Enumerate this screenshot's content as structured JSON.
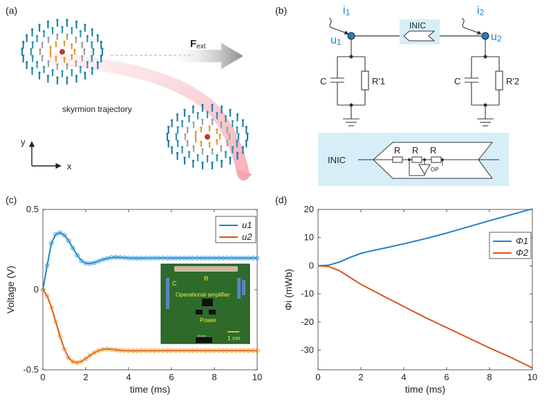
{
  "panel_labels": {
    "a": "(a)",
    "b": "(b)",
    "c": "(c)",
    "d": "(d)"
  },
  "panel_a": {
    "force_label": "F",
    "force_subscript": "ext",
    "trajectory_label": "skyrmion trajectory",
    "axis_y": "y",
    "axis_x": "x"
  },
  "panel_b": {
    "i1": "i1",
    "u1": "u1",
    "i2": "i2",
    "u2": "u2",
    "inic_box": "INIC",
    "c_left": "C",
    "r_left": "R'1",
    "c_right": "C",
    "r_right": "R'2",
    "inic_detail_label": "INIC",
    "resistor_labels": [
      "R",
      "R",
      "R"
    ],
    "op_label": "OP"
  },
  "photo": {
    "labels": {
      "c": "C",
      "r": "R",
      "opamp": "Operational amplifier",
      "power": "Power",
      "scale": "1 cm",
      "ground": "Ground"
    }
  },
  "colors": {
    "series_blue": "#1f7fc4",
    "series_orange": "#d9531e",
    "marker_blue": "#3aa6e0",
    "marker_orange": "#eea22a",
    "inset_bg": "#2e6b2a",
    "highlight": "#d6eef8"
  },
  "chart_data": [
    {
      "type": "line",
      "panel": "c",
      "xlabel": "time (ms)",
      "ylabel": "Voltage (V)",
      "xlim": [
        0,
        10
      ],
      "ylim": [
        -0.5,
        0.5
      ],
      "xticks": [
        0,
        2,
        4,
        6,
        8,
        10
      ],
      "yticks": [
        -0.5,
        0,
        0.5
      ],
      "ytick_labels": [
        "-0.5",
        "0",
        "0.5"
      ],
      "legend": "top-right",
      "series": [
        {
          "name": "u1",
          "line_color": "#1f7fc4",
          "marker_color": "#3aa6e0",
          "x": [
            0,
            0.2,
            0.4,
            0.6,
            0.8,
            1.0,
            1.2,
            1.4,
            1.6,
            1.8,
            2.0,
            2.2,
            2.4,
            2.6,
            2.8,
            3.0,
            3.2,
            3.4,
            3.6,
            3.8,
            4.0,
            4.5,
            5,
            5.5,
            6,
            7,
            8,
            9,
            10
          ],
          "values": [
            0,
            0.15,
            0.29,
            0.345,
            0.355,
            0.34,
            0.305,
            0.26,
            0.215,
            0.18,
            0.165,
            0.163,
            0.168,
            0.178,
            0.188,
            0.195,
            0.2,
            0.202,
            0.201,
            0.199,
            0.197,
            0.196,
            0.197,
            0.197,
            0.197,
            0.197,
            0.197,
            0.197,
            0.197
          ]
        },
        {
          "name": "u2",
          "line_color": "#d9531e",
          "marker_color": "#eea22a",
          "x": [
            0,
            0.2,
            0.4,
            0.6,
            0.8,
            1.0,
            1.2,
            1.4,
            1.6,
            1.8,
            2.0,
            2.2,
            2.4,
            2.6,
            2.8,
            3.0,
            3.2,
            3.4,
            3.6,
            3.8,
            4.0,
            4.5,
            5,
            5.5,
            6,
            7,
            8,
            9,
            10
          ],
          "values": [
            0,
            -0.04,
            -0.11,
            -0.2,
            -0.29,
            -0.37,
            -0.425,
            -0.45,
            -0.455,
            -0.447,
            -0.43,
            -0.41,
            -0.393,
            -0.38,
            -0.372,
            -0.37,
            -0.372,
            -0.375,
            -0.378,
            -0.38,
            -0.381,
            -0.381,
            -0.38,
            -0.38,
            -0.38,
            -0.38,
            -0.38,
            -0.38,
            -0.38
          ]
        }
      ]
    },
    {
      "type": "line",
      "panel": "d",
      "xlabel": "time (ms)",
      "ylabel": "Φi (mWb)",
      "xlim": [
        0,
        10
      ],
      "ylim": [
        -37,
        20
      ],
      "xticks": [
        0,
        2,
        4,
        6,
        8,
        10
      ],
      "yticks": [
        -30,
        -20,
        -10,
        0,
        10,
        20
      ],
      "legend": "top-right",
      "series": [
        {
          "name": "Φ1",
          "line_color": "#1f7fc4",
          "x": [
            0,
            0.5,
            1.0,
            1.5,
            2,
            2.5,
            3,
            4,
            5,
            6,
            7,
            8,
            9,
            10
          ],
          "values": [
            0,
            0.2,
            1.3,
            3.0,
            4.4,
            5.3,
            6.1,
            7.8,
            9.6,
            11.6,
            13.8,
            16.0,
            18.1,
            20.2
          ]
        },
        {
          "name": "Φ2",
          "line_color": "#d9531e",
          "x": [
            0,
            0.5,
            1.0,
            1.5,
            2,
            3,
            4,
            5,
            6,
            7,
            8,
            9,
            10
          ],
          "values": [
            0,
            -0.3,
            -1.8,
            -4.2,
            -6.6,
            -10.6,
            -14.5,
            -18.4,
            -22.0,
            -25.6,
            -29.2,
            -32.6,
            -36.3
          ]
        }
      ]
    }
  ]
}
